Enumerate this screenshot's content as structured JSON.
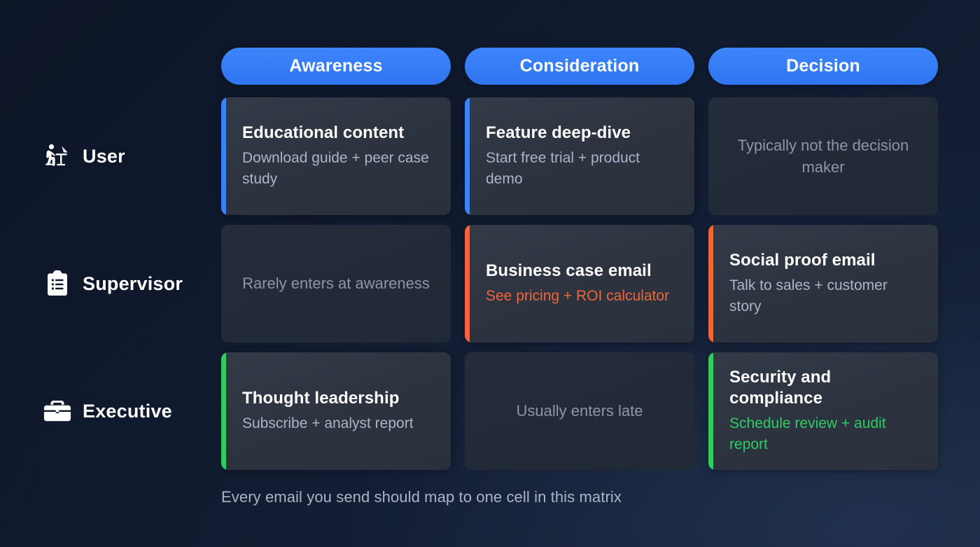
{
  "columns": [
    {
      "label": "Awareness"
    },
    {
      "label": "Consideration"
    },
    {
      "label": "Decision"
    }
  ],
  "rows": [
    {
      "label": "User",
      "icon": "person-at-desk-icon"
    },
    {
      "label": "Supervisor",
      "icon": "clipboard-icon"
    },
    {
      "label": "Executive",
      "icon": "briefcase-icon"
    }
  ],
  "cells": {
    "user": {
      "awareness": {
        "state": "active",
        "title": "Educational content",
        "subtitle": "Download guide + peer case study",
        "accent": "blue",
        "subtitle_tone": "neutral"
      },
      "consideration": {
        "state": "active",
        "title": "Feature deep-dive",
        "subtitle": "Start free trial + product demo",
        "accent": "blue",
        "subtitle_tone": "neutral"
      },
      "decision": {
        "state": "muted",
        "text": "Typically not the decision maker"
      }
    },
    "supervisor": {
      "awareness": {
        "state": "muted",
        "text": "Rarely enters at awareness"
      },
      "consideration": {
        "state": "active",
        "title": "Business case email",
        "subtitle": "See pricing + ROI calculator",
        "accent": "orange",
        "subtitle_tone": "accent"
      },
      "decision": {
        "state": "active",
        "title": "Social proof email",
        "subtitle": "Talk to sales + customer story",
        "accent": "orange",
        "subtitle_tone": "neutral"
      }
    },
    "executive": {
      "awareness": {
        "state": "active",
        "title": "Thought leadership",
        "subtitle": "Subscribe + analyst report",
        "accent": "green",
        "subtitle_tone": "neutral"
      },
      "consideration": {
        "state": "muted",
        "text": "Usually enters late"
      },
      "decision": {
        "state": "active",
        "title": "Security and compliance",
        "subtitle": "Schedule review + audit report",
        "accent": "green",
        "subtitle_tone": "accent"
      }
    }
  },
  "footer": {
    "caption": "Every email you send should map to one cell in this matrix"
  },
  "colors": {
    "background": "#101a2e",
    "pill_blue": "#3b82f6",
    "accent_blue": "#3b82f6",
    "accent_orange": "#f2643c",
    "accent_green": "#2ecc62",
    "card_active": "#2e3541",
    "card_muted": "#232b39",
    "title_text": "#ffffff",
    "subtitle_text": "#aab4c6",
    "muted_text": "#8d96a8"
  }
}
